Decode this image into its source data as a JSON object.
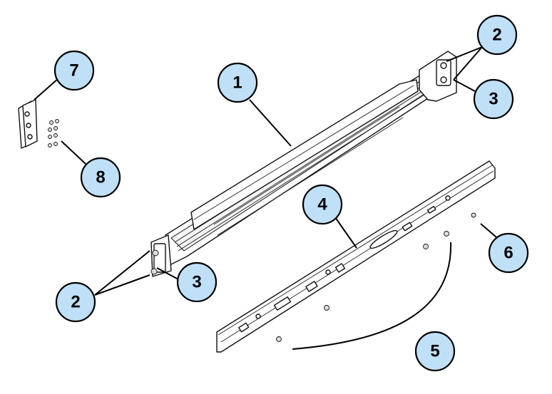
{
  "callouts": {
    "c1": "1",
    "c2a": "2",
    "c3a": "3",
    "c2b": "2",
    "c3b": "3",
    "c4": "4",
    "c5": "5",
    "c6": "6",
    "c7": "7",
    "c8": "8"
  },
  "colors": {
    "callout_fill": "#bfe0f7",
    "line": "#000000"
  }
}
